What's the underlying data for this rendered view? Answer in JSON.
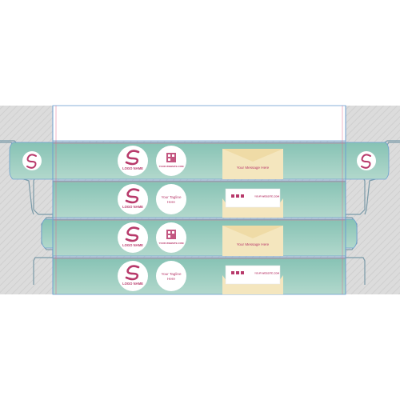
{
  "colors": {
    "background": "#ffffff",
    "bleed_gray": "#dcdcdc",
    "hatch": "#c8c8c8",
    "panel_top": "#86c2b4",
    "panel_bottom": "#b2d8cc",
    "cut_line": "#6b9fd0",
    "fold_line": "#e06a8a",
    "accent_pink": "#b83a6b",
    "envelope": "#f4e6be",
    "envelope_flap": "#efdba6",
    "card": "#ffffff"
  },
  "icons": {
    "logo": "s-swirl-logo-icon",
    "qr": "qr-code-icon",
    "social": "social-media-icons"
  },
  "panels": [
    {
      "kind": "qr",
      "logo_label": "LOGO NAME",
      "logo_tagline": "",
      "contact_text": "YOUR WEBSITE.COM",
      "message": "Your Message Here"
    },
    {
      "kind": "tagline",
      "logo_label": "LOGO NAME",
      "logo_tagline": "",
      "tagline_line1": "Your Tagline",
      "tagline_line2": "Here",
      "card_contact": "YOUR WEBSITE.COM"
    },
    {
      "kind": "qr",
      "logo_label": "LOGO NAME",
      "logo_tagline": "",
      "contact_text": "YOUR WEBSITE.COM",
      "message": "Your Message Here"
    },
    {
      "kind": "tagline",
      "logo_label": "LOGO NAME",
      "logo_tagline": "",
      "tagline_line1": "Your Tagline",
      "tagline_line2": "Here",
      "card_contact": "YOUR WEBSITE.COM"
    }
  ],
  "side_flaps": {
    "left_logo": "LOGO",
    "right_logo": "LOGO"
  }
}
